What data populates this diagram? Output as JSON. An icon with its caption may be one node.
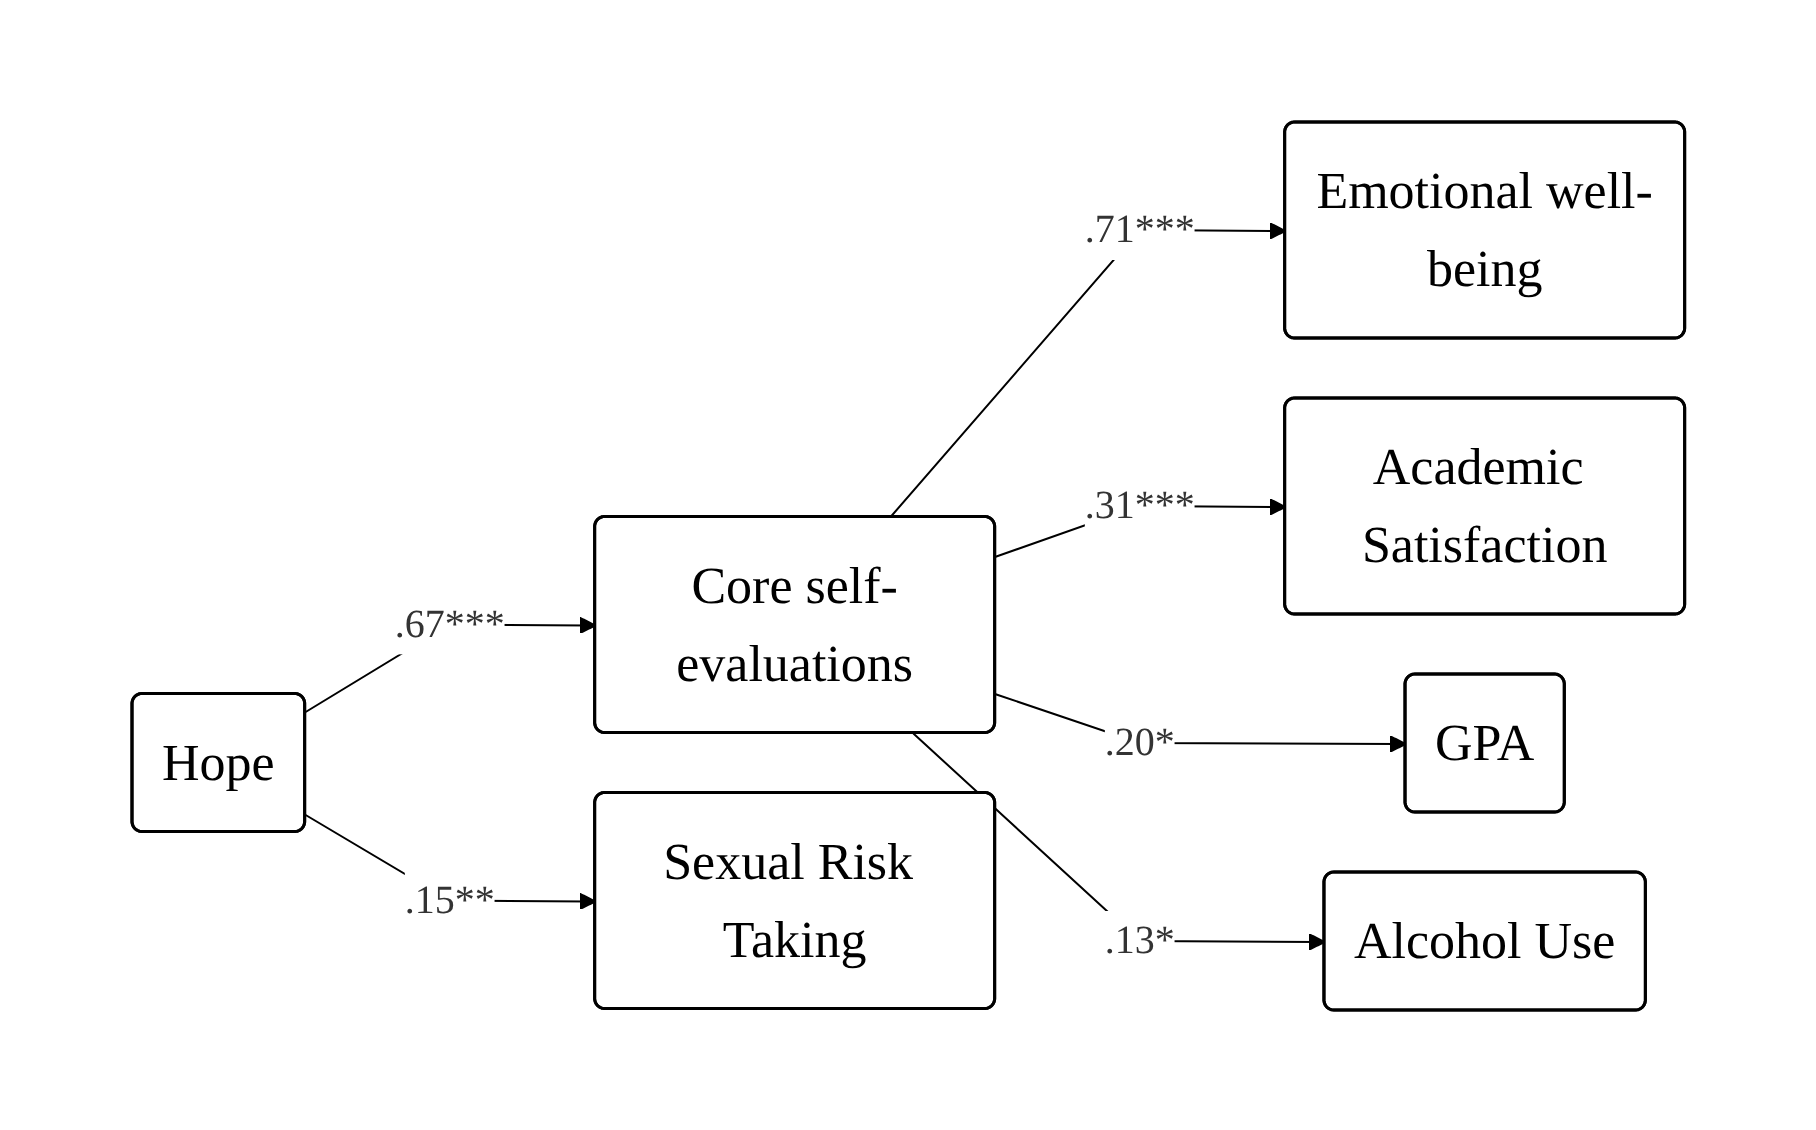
{
  "diagram": {
    "nodes": [
      {
        "text": [
          "Hope"
        ]
      },
      {
        "text": [
          "Core self-evaluations"
        ]
      },
      {
        "text": [
          "Emotional well-being"
        ]
      },
      {
        "text": [
          "Academic Satisfaction"
        ]
      },
      {
        "text": [
          "GPA"
        ]
      },
      {
        "text": [
          "Alcohol Use"
        ]
      },
      {
        "text": [
          "Sexual Risk Taking"
        ]
      }
    ],
    "edges": [
      {
        "from": 0,
        "to": 1,
        "arrow": "to",
        "label": ".67***"
      },
      {
        "from": 1,
        "to": 2,
        "arrow": "to",
        "label": ".71***"
      },
      {
        "from": 1,
        "to": 3,
        "arrow": "to",
        "label": ".31***"
      },
      {
        "from": 1,
        "to": 4,
        "arrow": "to",
        "label": ".20*"
      },
      {
        "from": 1,
        "to": 5,
        "arrow": "to",
        "label": ".13*"
      },
      {
        "from": 0,
        "to": 6,
        "arrow": "to",
        "label": ".15**"
      }
    ]
  }
}
